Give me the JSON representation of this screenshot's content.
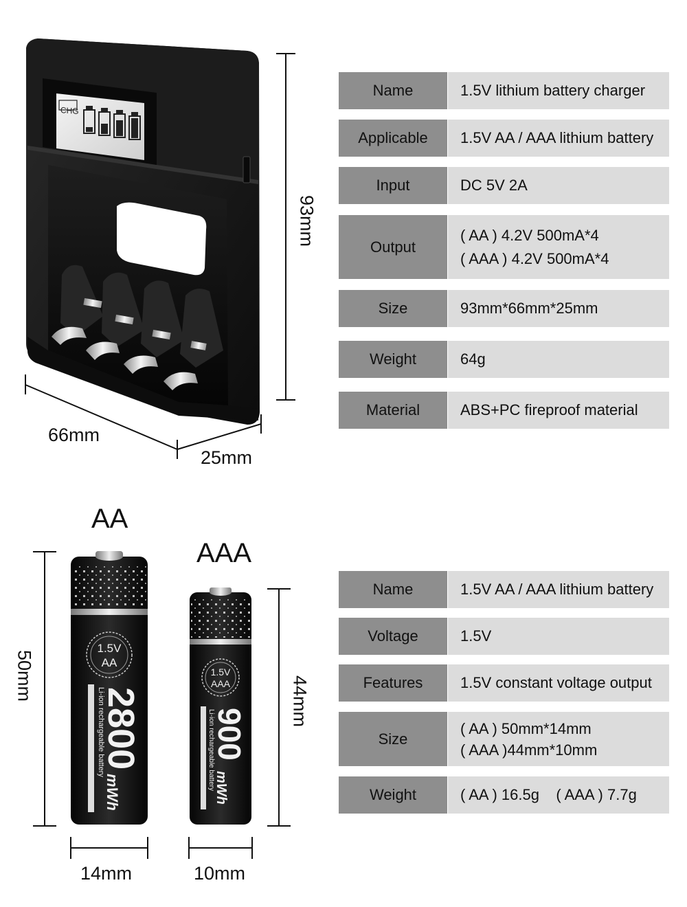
{
  "charger_specs": [
    {
      "key": "Name",
      "lines": [
        "1.5V lithium battery charger"
      ]
    },
    {
      "key": "Applicable",
      "lines": [
        "1.5V AA / AAA lithium battery"
      ]
    },
    {
      "key": "Input",
      "lines": [
        "DC 5V 2A"
      ]
    },
    {
      "key": "Output",
      "lines": [
        "( AA ) 4.2V 500mA*4",
        "( AAA ) 4.2V 500mA*4"
      ]
    },
    {
      "key": "Size",
      "lines": [
        "93mm*66mm*25mm"
      ]
    },
    {
      "key": "Weight",
      "lines": [
        "64g"
      ]
    },
    {
      "key": "Material",
      "lines": [
        "ABS+PC fireproof material"
      ]
    }
  ],
  "battery_specs": [
    {
      "key": "Name",
      "lines": [
        "1.5V AA / AAA lithium battery"
      ]
    },
    {
      "key": "Voltage",
      "lines": [
        "1.5V"
      ]
    },
    {
      "key": "Features",
      "lines": [
        "1.5V constant voltage output"
      ]
    },
    {
      "key": "Size",
      "lines": [
        "( AA ) 50mm*14mm",
        "( AAA )44mm*10mm"
      ]
    },
    {
      "key": "Weight",
      "lines": [
        "( AA ) 16.5g    ( AAA ) 7.7g"
      ]
    }
  ],
  "charger": {
    "lcd_label": "CHG",
    "dim_height": "93mm",
    "dim_width": "66mm",
    "dim_depth": "25mm"
  },
  "batteries": {
    "aa": {
      "type_label": "AA",
      "badge_voltage": "1.5V",
      "badge_type": "AA",
      "capacity": "2800",
      "unit": "mWh",
      "side_text": "Li-ion rechargeable battery",
      "dim_height": "50mm",
      "dim_width": "14mm"
    },
    "aaa": {
      "type_label": "AAA",
      "badge_voltage": "1.5V",
      "badge_type": "AAA",
      "capacity": "900",
      "unit": "mWh",
      "side_text": "Li-ion rechargeable battery",
      "dim_height": "44mm",
      "dim_width": "10mm"
    }
  },
  "colors": {
    "key_cell": "#8e8e8e",
    "value_cell": "#dcdcdc",
    "device_body": "#1a1a1a"
  }
}
